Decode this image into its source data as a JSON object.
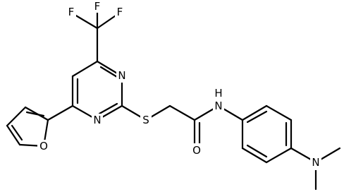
{
  "atoms": {
    "F1": "F",
    "F2": "F",
    "F3": "F",
    "N1": "N",
    "N2": "N",
    "O_furan": "O",
    "S": "S",
    "NH": "N",
    "H": "H",
    "O_carbonyl": "O",
    "N_amine": "N"
  }
}
